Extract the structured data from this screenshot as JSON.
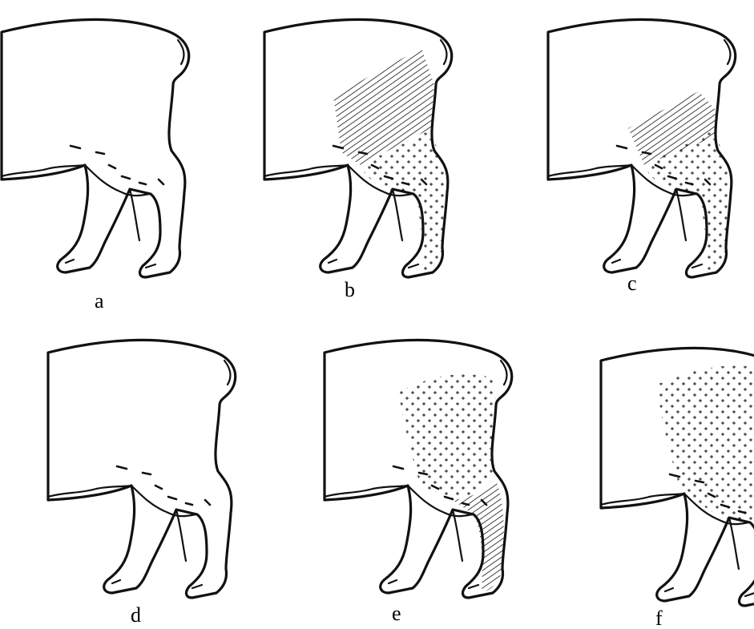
{
  "figure": {
    "panels": [
      {
        "id": "a",
        "label": "a",
        "region": "none"
      },
      {
        "id": "b",
        "label": "b",
        "region": "hatch-upper-thigh-dots-lower"
      },
      {
        "id": "c",
        "label": "c",
        "region": "hatch-small-upper-dots-lower"
      },
      {
        "id": "d",
        "label": "d",
        "region": "none"
      },
      {
        "id": "e",
        "label": "e",
        "region": "dots-thigh-hatch-hock"
      },
      {
        "id": "f",
        "label": "f",
        "region": "dots-full-hindquarter"
      }
    ],
    "colors": {
      "ink": "#111111",
      "background": "#ffffff"
    }
  }
}
